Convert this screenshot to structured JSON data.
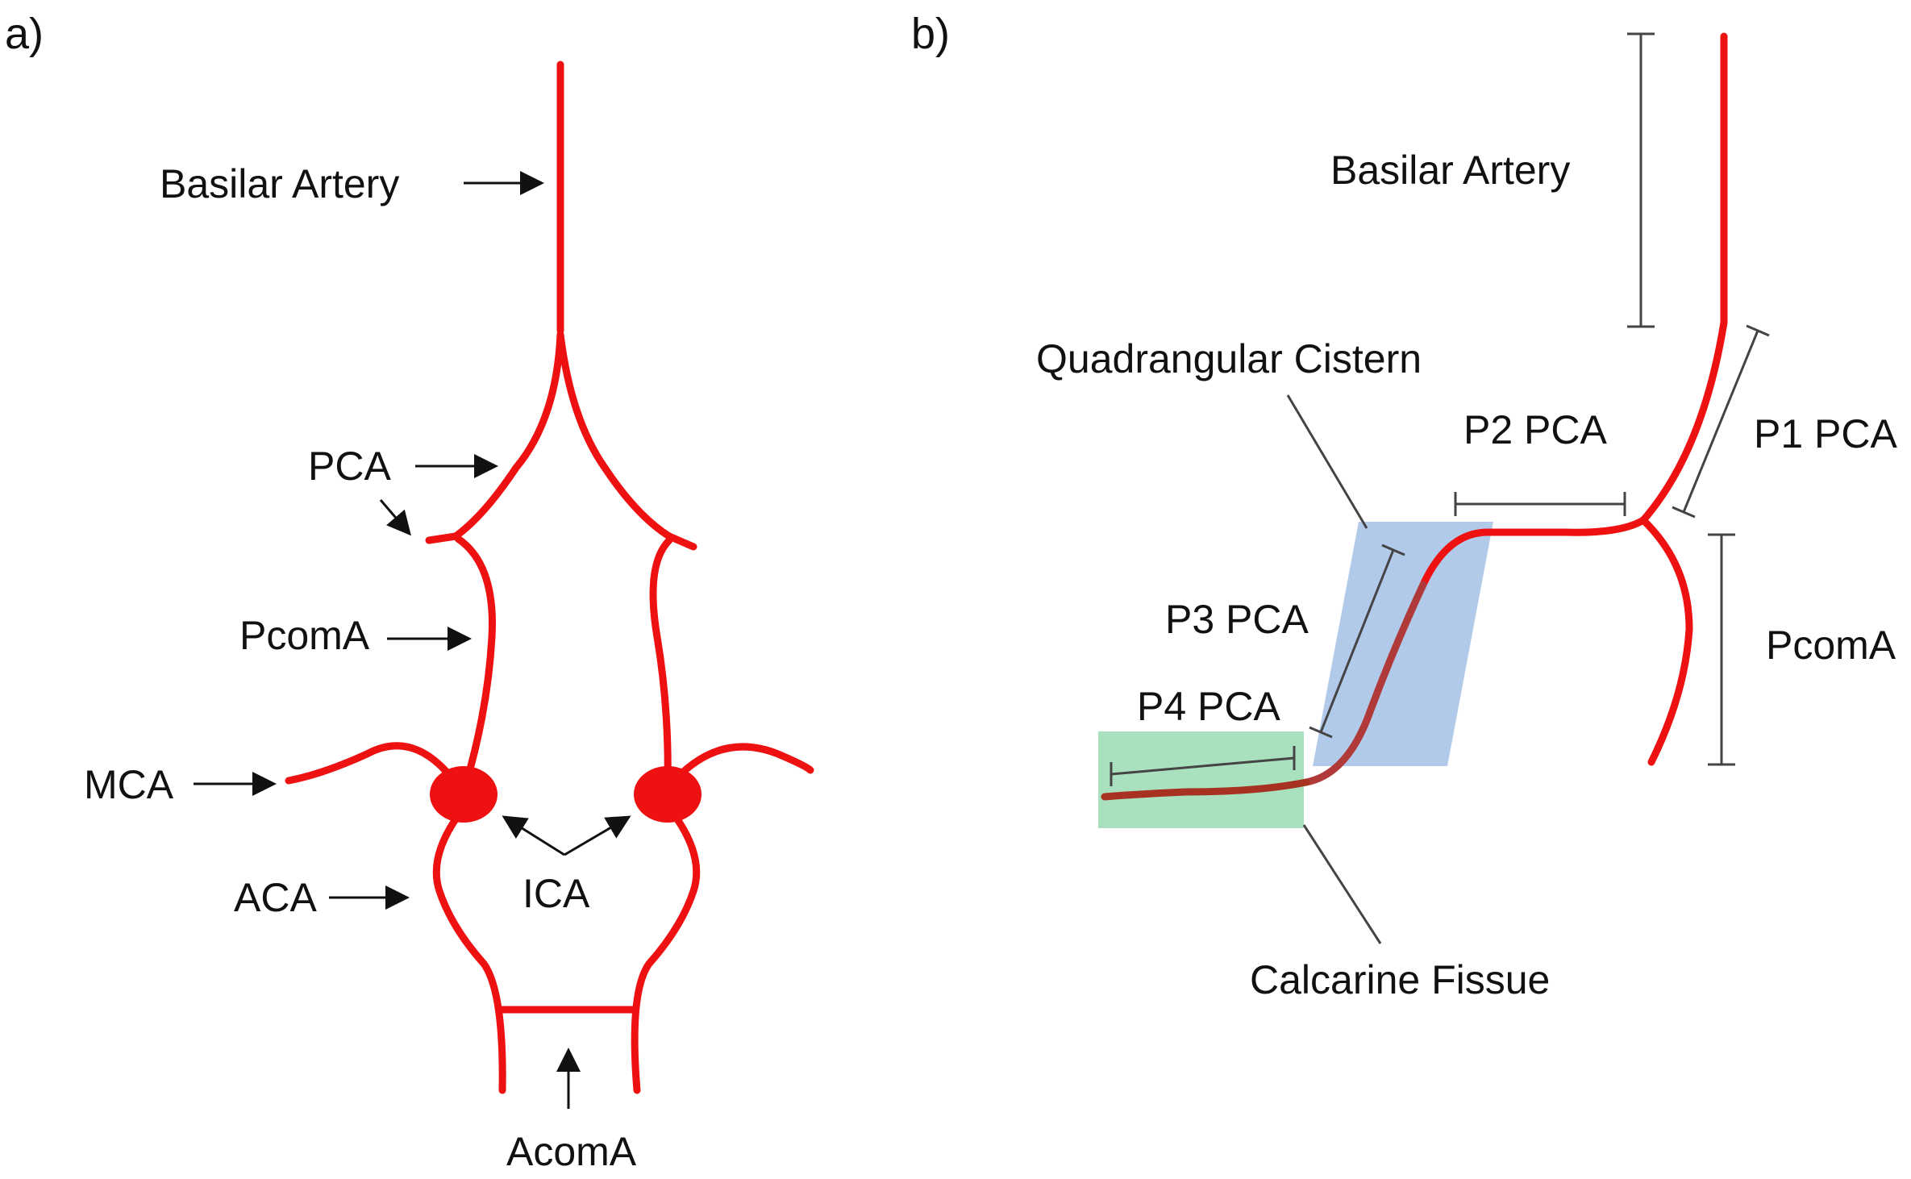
{
  "panel_a": {
    "panel_label": "a)",
    "labels": {
      "basilar_artery": "Basilar Artery",
      "pca": "PCA",
      "pcoma": "PcomA",
      "mca": "MCA",
      "aca": "ACA",
      "ica": "ICA",
      "acoma": "AcomA"
    }
  },
  "panel_b": {
    "panel_label": "b)",
    "labels": {
      "basilar_artery": "Basilar Artery",
      "quadrangular_cistern": "Quadrangular Cistern",
      "p1_pca": "P1 PCA",
      "p2_pca": "P2 PCA",
      "p3_pca": "P3 PCA",
      "p4_pca": "P4 PCA",
      "pcoma": "PcomA",
      "calcarine_fissue": "Calcarine Fissue"
    }
  },
  "colors": {
    "artery": "#ee1111",
    "artery_dark": "#a83222",
    "cistern_fill": "#7fa7dc",
    "fissure_fill": "#6fcd95",
    "arrow": "#111111",
    "bracket": "#444444"
  }
}
